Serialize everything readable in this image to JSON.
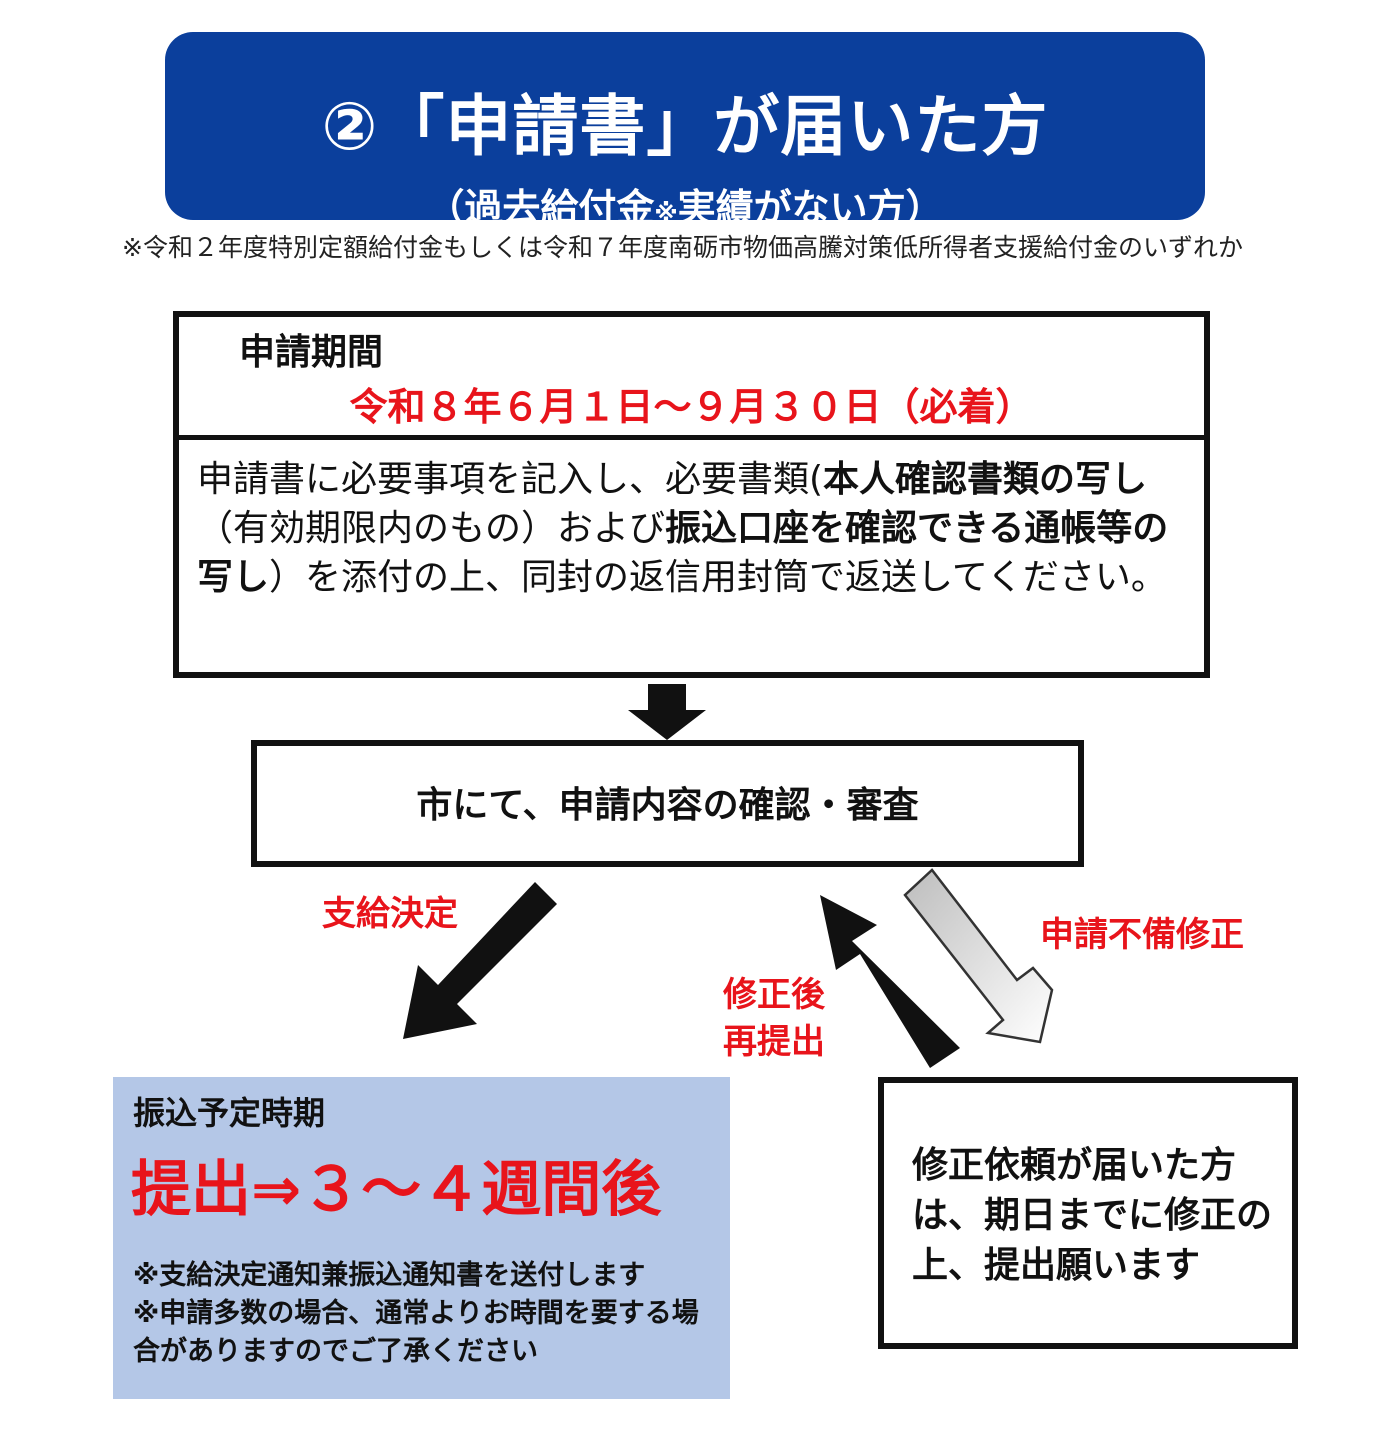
{
  "header": {
    "title": "②「申請書」が届いた方",
    "subtitle_before": "（過去給付金",
    "subtitle_mark": "※",
    "subtitle_after": "実績がない方）"
  },
  "footnote": "※令和２年度特別定額給付金もしくは令和７年度南砺市物価高騰対策低所得者支援給付金のいずれか",
  "period": {
    "label": "申請期間",
    "dates": "令和８年６月１日～９月３０日（必着）",
    "body": {
      "p1": "申請書に必要事項を記入し、必要書類(",
      "b1": "本人確認書類の写し",
      "p2": "（有効期限内のもの）および",
      "b2": "振込口座を確認できる通帳等の写し",
      "p3": "）を添付の上、同封の返信用封筒で返送してください。"
    }
  },
  "review": {
    "text": "市にて、申請内容の確認・審査"
  },
  "labels": {
    "decision": "支給決定",
    "incomplete": "申請不備修正",
    "resubmit_line1": "修正後",
    "resubmit_line2": "再提出"
  },
  "schedule": {
    "label": "振込予定時期",
    "value": "提出⇒３～４週間後",
    "note1": "※支給決定通知兼振込通知書を送付します",
    "note2": "※申請多数の場合、通常よりお時間を要する場合がありますのでご了承ください"
  },
  "fix": {
    "text": "修正依頼が届いた方は、期日までに修正の上、提出願います"
  },
  "colors": {
    "header_bg": "#0b3f9c",
    "accent_red": "#e8141b",
    "schedule_bg": "#b4c7e7",
    "arrow_black": "#111111"
  },
  "icons": {
    "down": "down-arrow-icon",
    "decision": "diagonal-down-left-arrow-icon",
    "resubmit": "diagonal-up-left-arrow-icon",
    "incomplete": "diagonal-down-right-hollow-arrow-icon"
  }
}
